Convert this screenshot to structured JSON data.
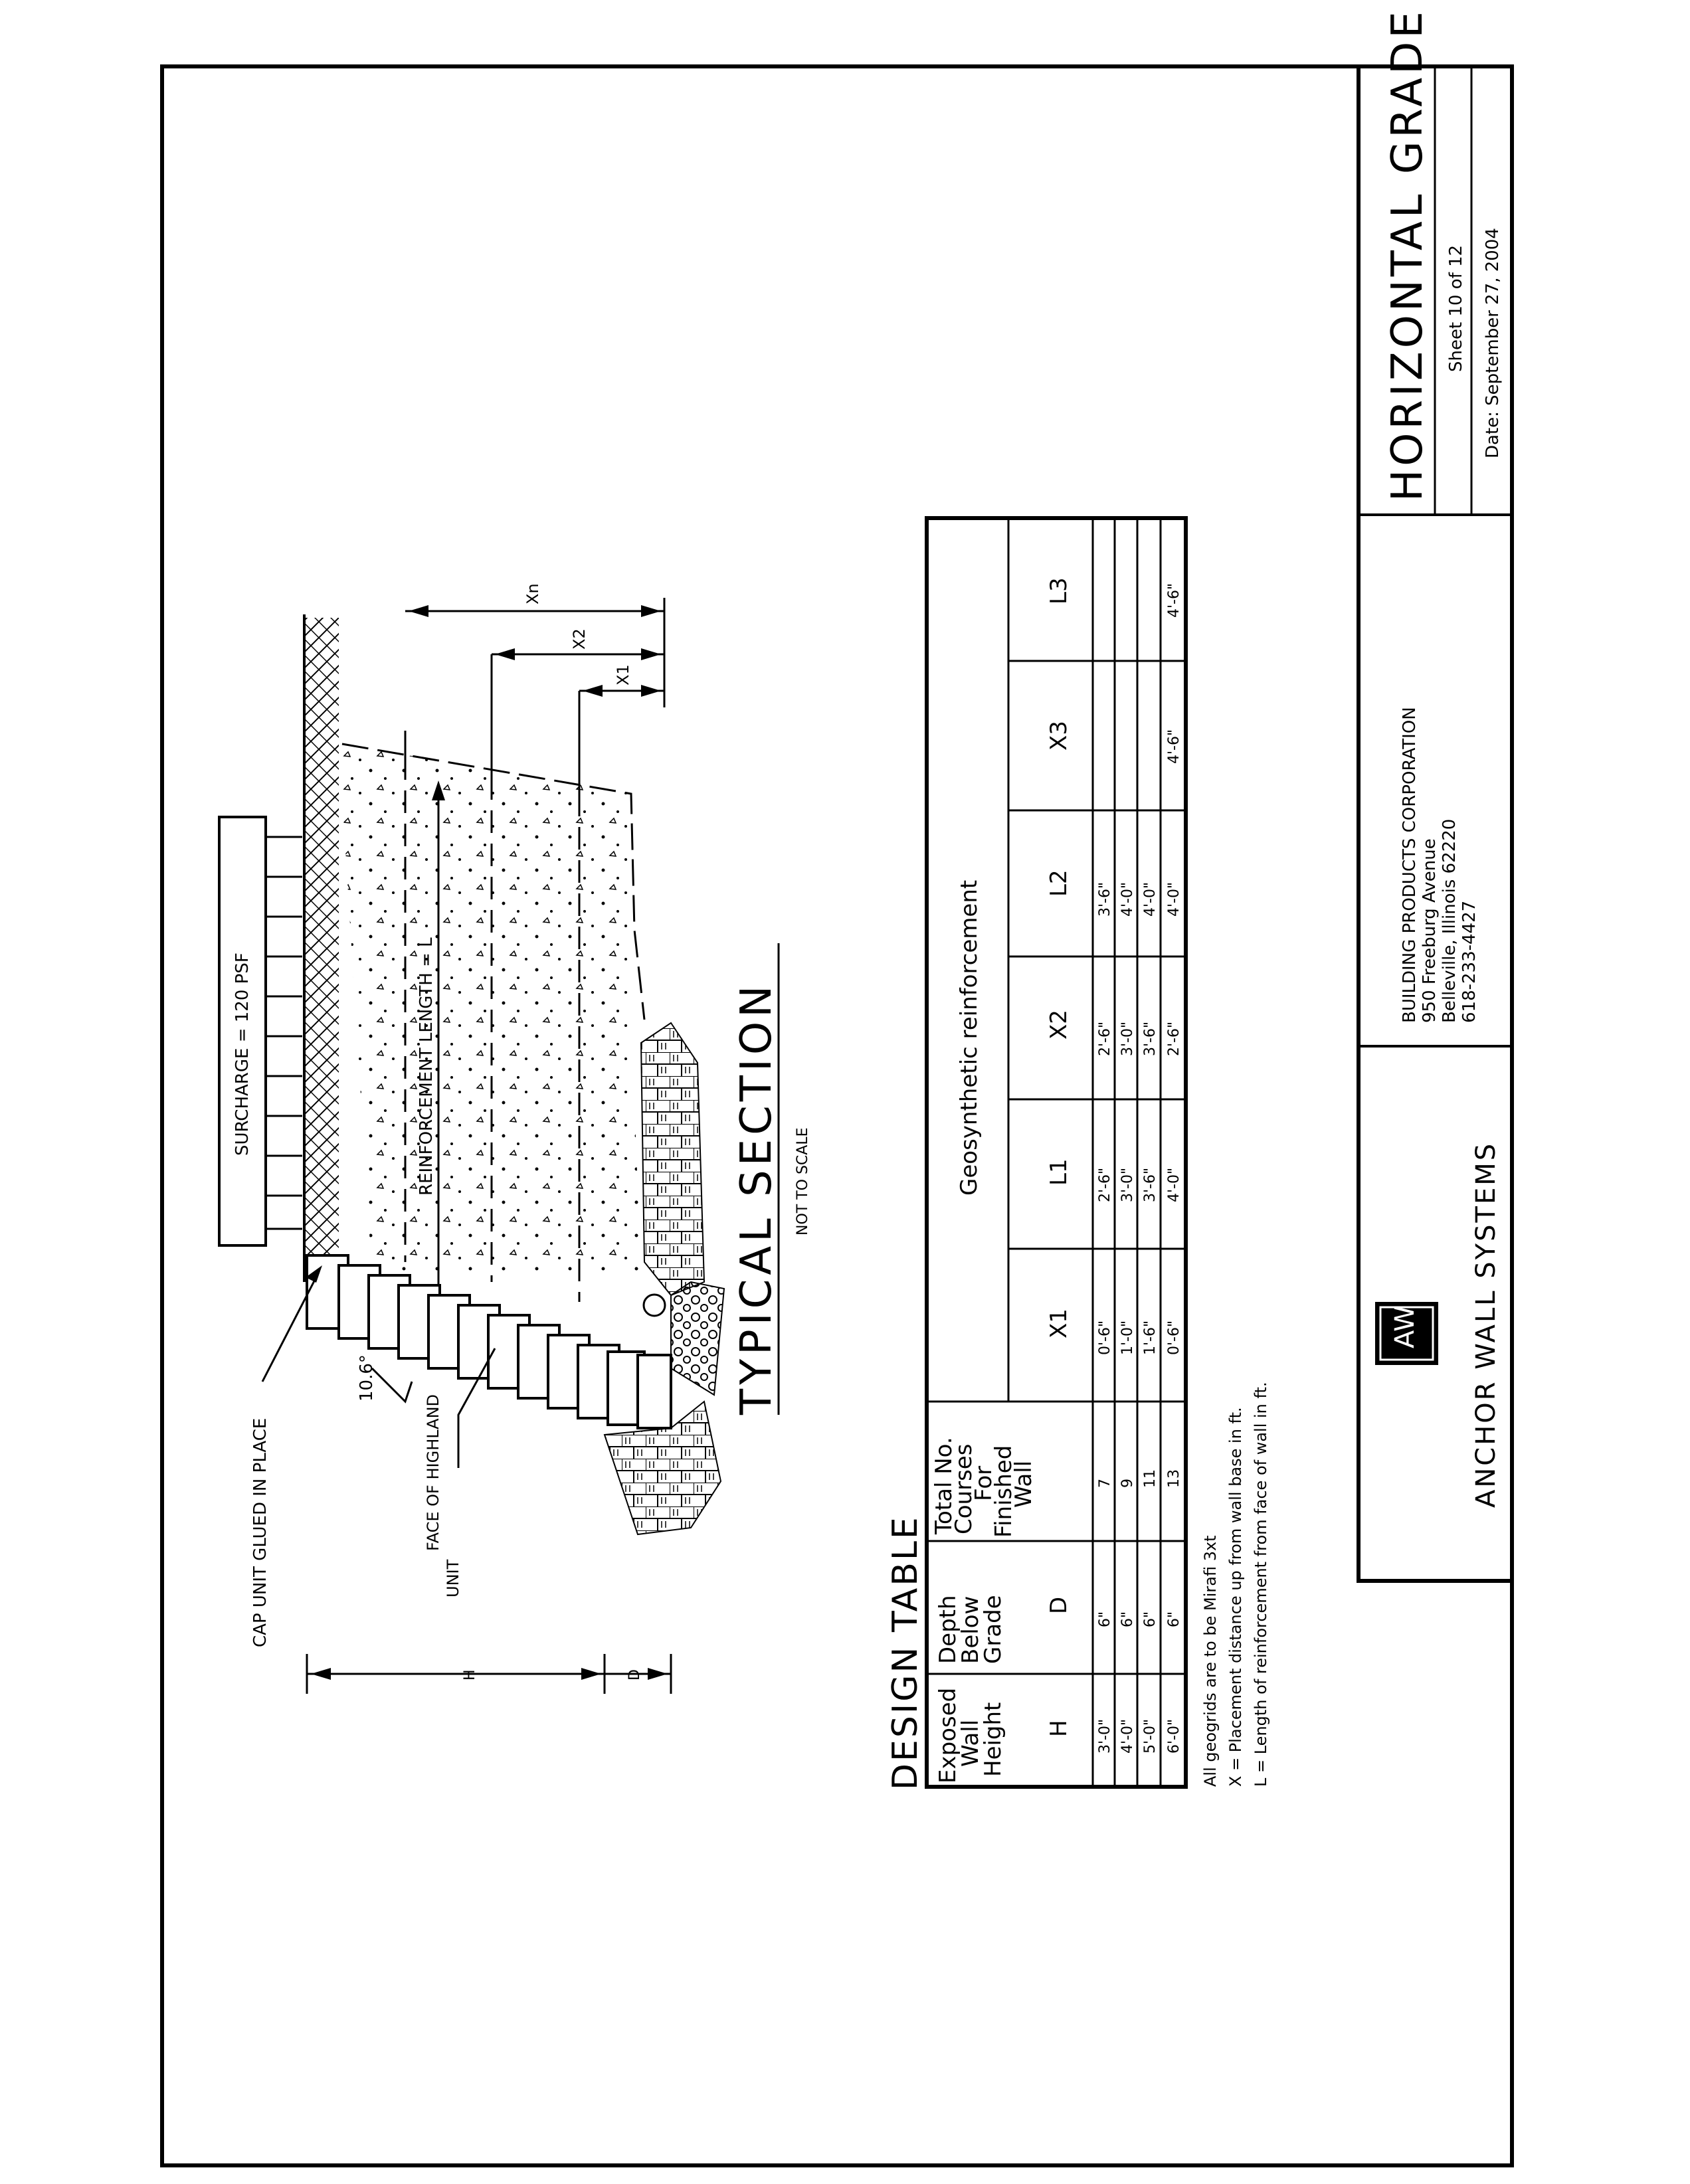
{
  "drawing": {
    "surcharge_label": "SURCHARGE = 120 PSF",
    "cap_label": "CAP UNIT GLUED IN PLACE",
    "angle_label": "10.6°",
    "face_label_line1": "FACE OF HIGHLAND",
    "face_label_line2": "UNIT",
    "reinforcement_label": "REINFORCEMENT LENGTH = L",
    "dim_h": "H",
    "dim_d": "D",
    "dim_x1": "X1",
    "dim_x2": "X2",
    "dim_xn": "Xn",
    "section_title": "TYPICAL SECTION",
    "section_subtitle": "NOT TO SCALE"
  },
  "design_table": {
    "title": "DESIGN TABLE",
    "headers": {
      "h": [
        "Exposed",
        "Wall",
        "Height"
      ],
      "d": [
        "Depth",
        "Below",
        "Grade"
      ],
      "courses": [
        "Total No.",
        "Courses",
        "For",
        "Finished",
        "Wall"
      ],
      "group": "Geosynthetic reinforcement",
      "sym_h": "H",
      "sym_d": "D",
      "sub": [
        "X1",
        "L1",
        "X2",
        "L2",
        "X3",
        "L3"
      ]
    },
    "rows": [
      [
        "3'-0\"",
        "6\"",
        "7",
        "0'-6\"",
        "2'-6\"",
        "2'-6\"",
        "3'-6\"",
        "",
        ""
      ],
      [
        "4'-0\"",
        "6\"",
        "9",
        "1'-0\"",
        "3'-0\"",
        "3'-0\"",
        "4'-0\"",
        "",
        ""
      ],
      [
        "5'-0\"",
        "6\"",
        "11",
        "1'-6\"",
        "3'-6\"",
        "3'-6\"",
        "4'-0\"",
        "",
        ""
      ],
      [
        "6'-0\"",
        "6\"",
        "13",
        "0'-6\"",
        "4'-0\"",
        "2'-6\"",
        "4'-0\"",
        "4'-6\"",
        "4'-6\""
      ]
    ]
  },
  "notes": [
    "All geogrids are to be Mirafi 3xt",
    "X = Placement distance up from wall base in ft.",
    "L = Length of reinforcement from face of wall in ft."
  ],
  "title_block": {
    "logo": "AW",
    "brand": "ANCHOR WALL SYSTEMS",
    "company": [
      "BUILDING PRODUCTS CORPORATION",
      "950 Freeburg Avenue",
      "Belleville, Illinois 62220",
      "618-233-4427"
    ],
    "title": "HORIZONTAL GRADE",
    "sheet": "Sheet 10 of 12",
    "date": "Date:  September 27, 2004"
  }
}
